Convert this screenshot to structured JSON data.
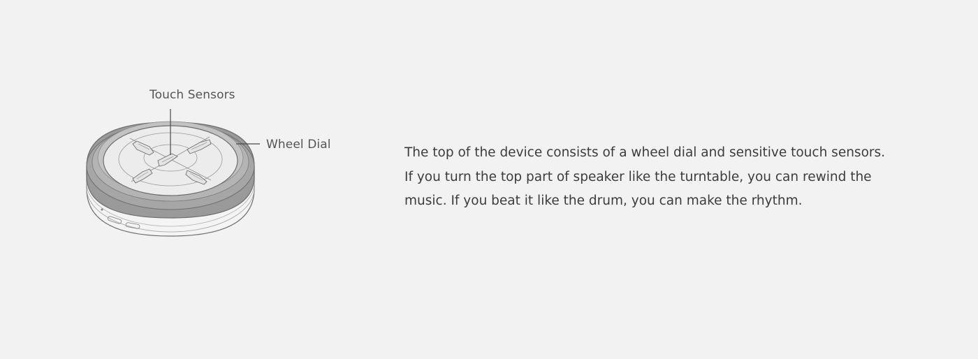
{
  "labels": {
    "touch_sensors": "Touch Sensors",
    "wheel_dial": "Wheel Dial"
  },
  "description": {
    "lines": [
      "The top of the device consists of a wheel dial and sensitive touch sensors.",
      "If you turn the top part of speaker like the turntable, you can rewind the",
      "music. If you beat it like the drum, you can make the rhythm."
    ]
  },
  "colors": {
    "background": "#f2f2f2",
    "line_art": "#6e6e6e",
    "dial_fill": "#9a9a9a",
    "text": "#3c3c3c"
  }
}
